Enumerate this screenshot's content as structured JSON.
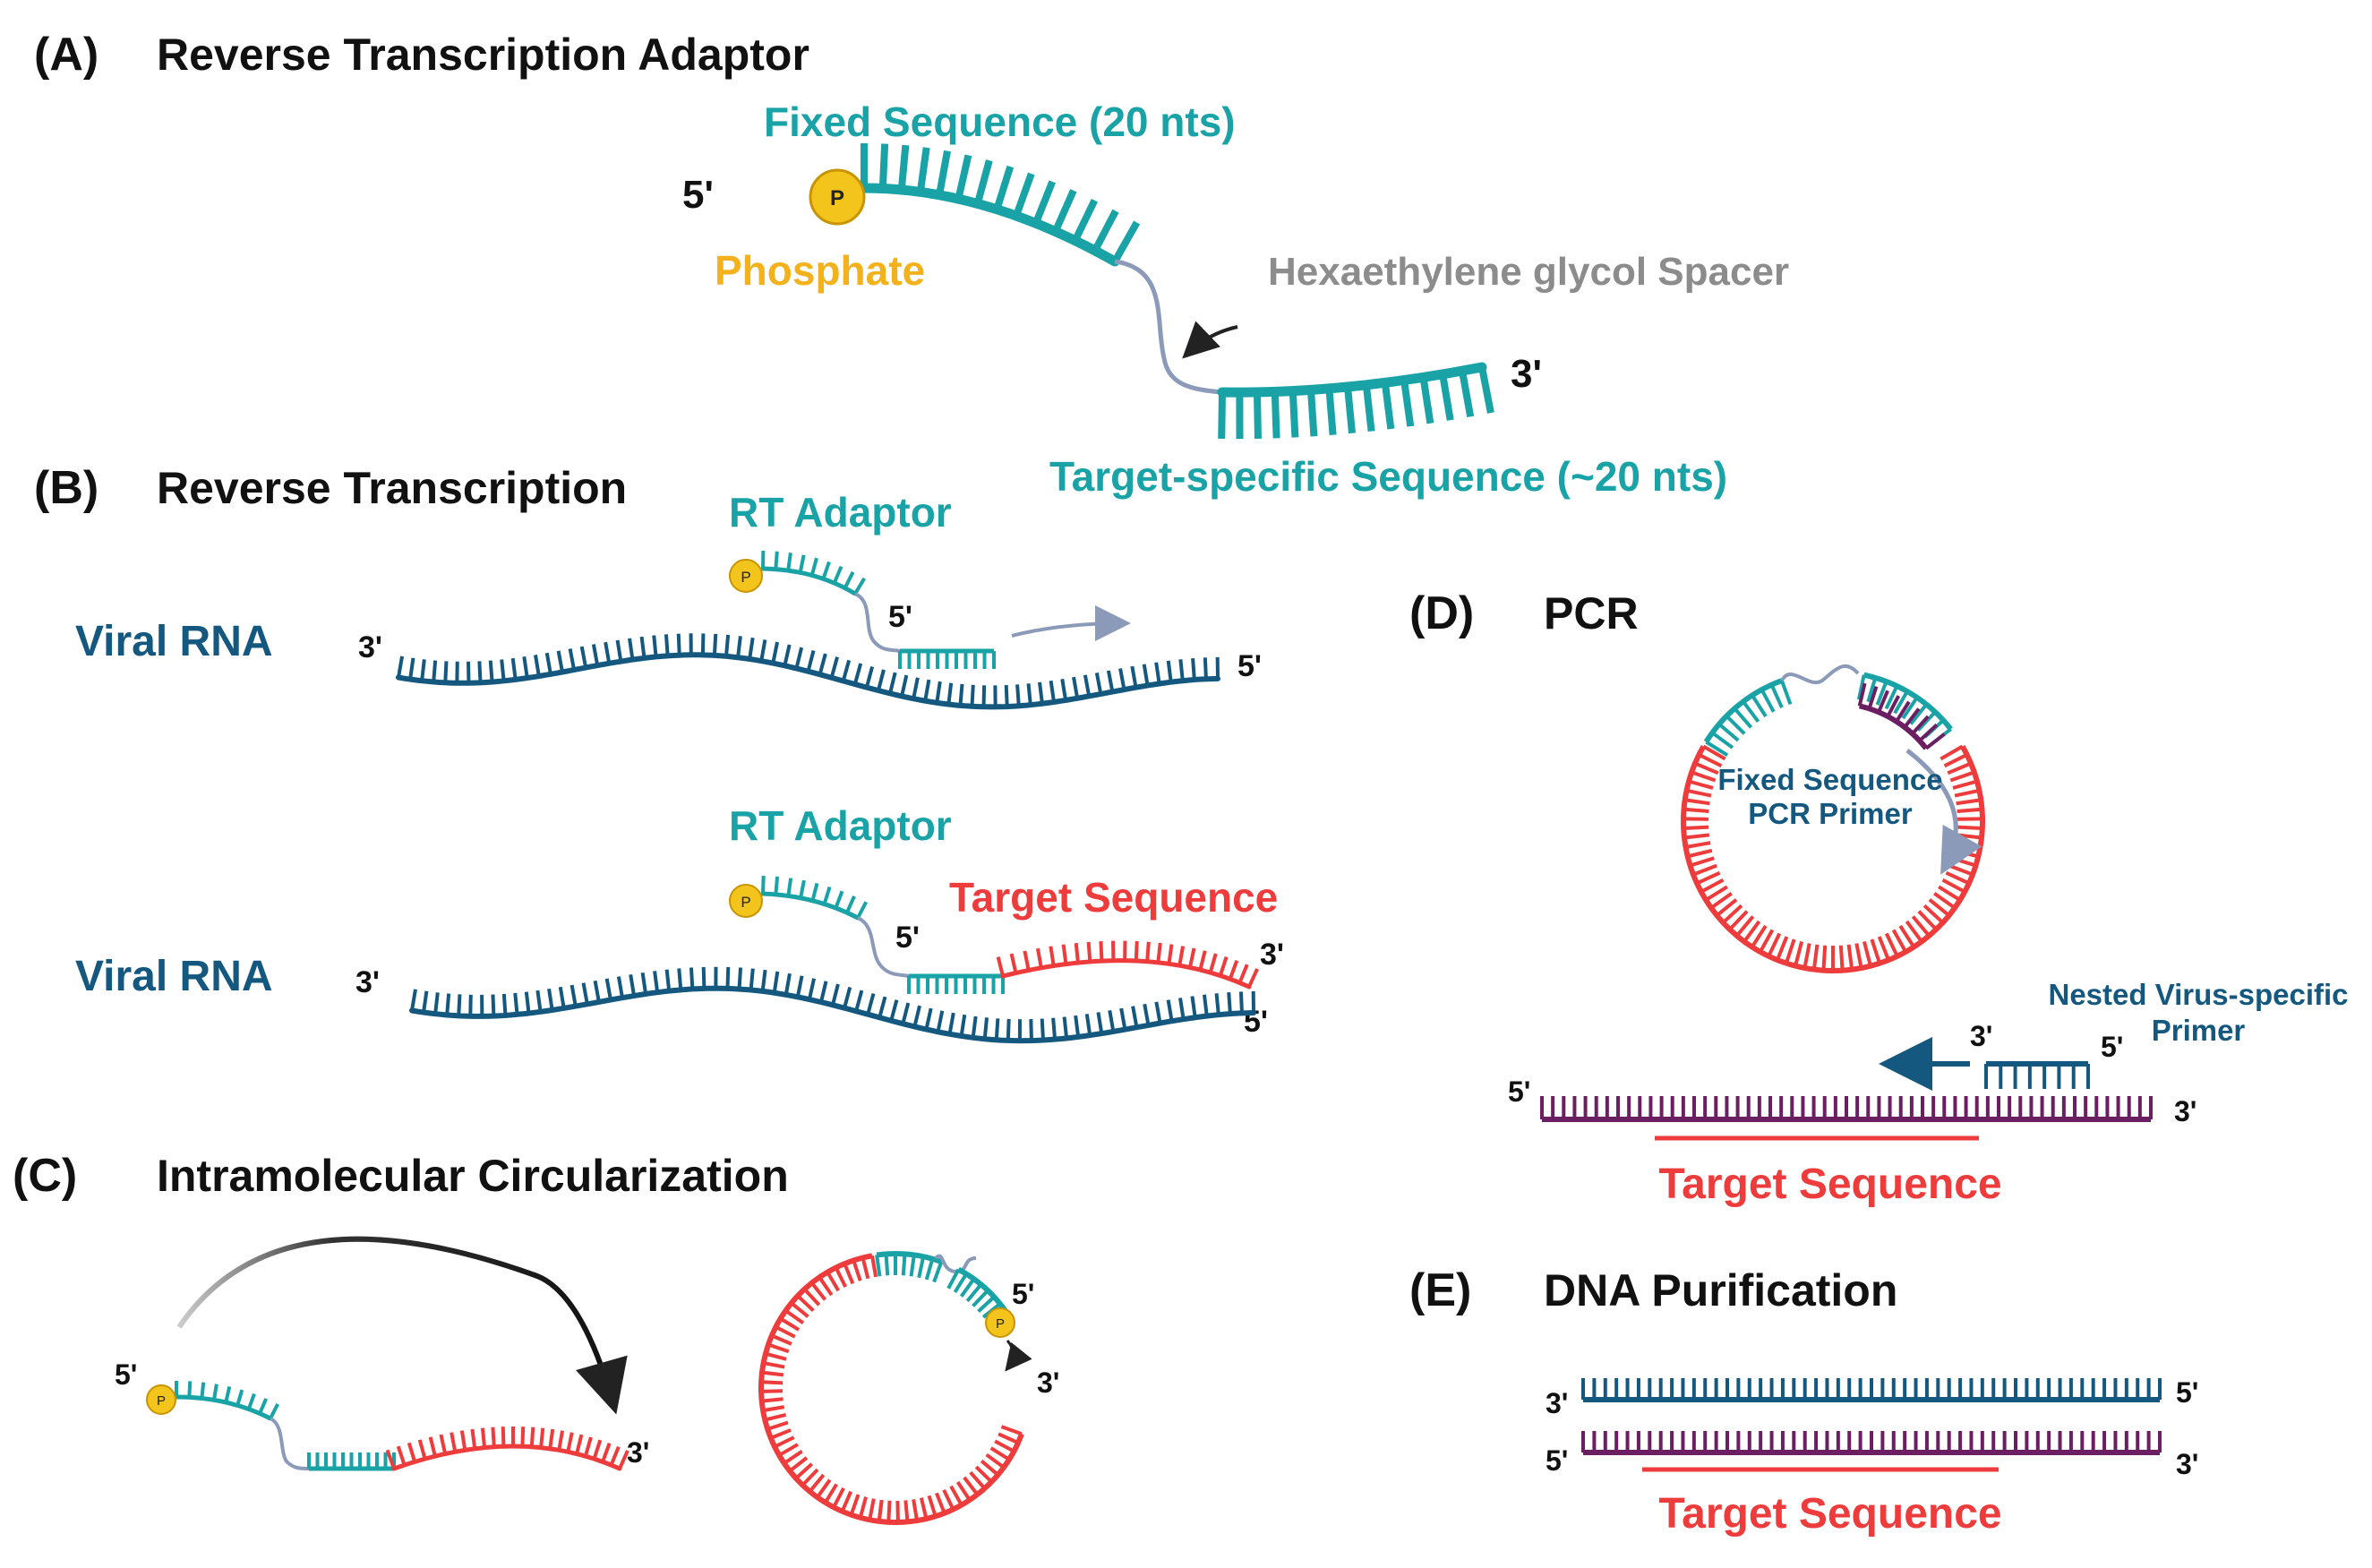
{
  "panels": {
    "a": {
      "letter": "(A)",
      "title": "Reverse Transcription Adaptor",
      "fixed_sequence": "Fixed Sequence (20 nts)",
      "phosphate": "Phosphate",
      "spacer": "Hexaethylene glycol Spacer",
      "target_specific": "Target-specific Sequence (~20 nts)",
      "end_5": "5'",
      "end_3": "3'",
      "p": "P"
    },
    "b": {
      "letter": "(B)",
      "title": "Reverse Transcription",
      "rt_adaptor_1": "RT Adaptor",
      "rt_adaptor_2": "RT Adaptor",
      "viral_rna_1": "Viral RNA",
      "viral_rna_2": "Viral RNA",
      "target_sequence": "Target Sequence",
      "end_3a": "3'",
      "end_5a": "5'",
      "end_5a_adaptor": "5'",
      "end_3b": "3'",
      "end_5b": "5'",
      "end_5b_adaptor": "5'",
      "end_3b_product": "3'",
      "p1": "P",
      "p2": "P"
    },
    "c": {
      "letter": "(C)",
      "title": "Intramolecular Circularization",
      "end_5_linear": "5'",
      "end_3_linear": "3'",
      "end_5_circle": "5'",
      "end_3_circle": "3'",
      "p1": "P",
      "p2": "P"
    },
    "d": {
      "letter": "(D)",
      "title": "PCR",
      "primer_label_line1": "Fixed Sequence",
      "primer_label_line2": "PCR Primer",
      "nested_line1": "Nested Virus-specific",
      "nested_line2": "Primer",
      "target_sequence": "Target Sequence",
      "end_3_primer": "3'",
      "end_5_primer": "5'",
      "end_5_strand": "5'",
      "end_3_strand": "3'"
    },
    "e": {
      "letter": "(E)",
      "title": "DNA Purification",
      "target_sequence": "Target Sequence",
      "top_left": "3'",
      "top_right": "5'",
      "bottom_left": "5'",
      "bottom_right": "3'"
    }
  },
  "colors": {
    "teal": "#1aa3a6",
    "navy": "#14587f",
    "red": "#ee3b3b",
    "purple": "#6b1f62",
    "phosphate_gold": "#f3b21c",
    "spacer_gray": "#8a9ab8",
    "arrow_black": "#222222",
    "text_gray": "#8c8c8c"
  }
}
